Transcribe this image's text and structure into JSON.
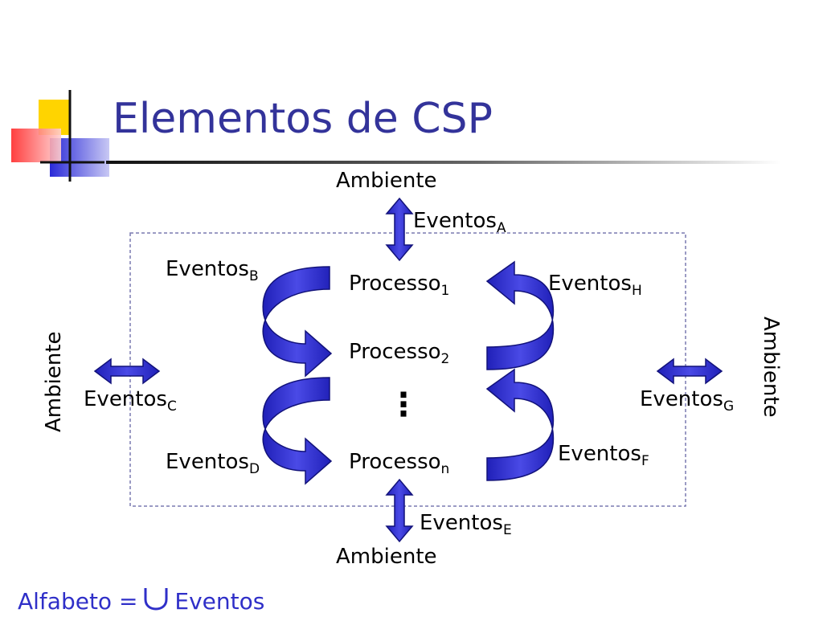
{
  "slide": {
    "title": "Elementos de CSP",
    "colors": {
      "title": "#33339a",
      "arrow_fill": "#3b3bd6",
      "arrow_stroke": "#12127a",
      "boundary": "#7a7ab0",
      "footer": "#2f2fc8"
    }
  },
  "diagram": {
    "env_top": "Ambiente",
    "env_bottom": "Ambiente",
    "env_left": "Ambiente",
    "env_right": "Ambiente",
    "processes": [
      {
        "base": "Processo",
        "sub": "1"
      },
      {
        "base": "Processo",
        "sub": "2"
      },
      {
        "base": "Processo",
        "sub": "n"
      }
    ],
    "ellipsis": "⋮",
    "events": {
      "a": {
        "base": "Eventos",
        "sub": "A"
      },
      "b": {
        "base": "Eventos",
        "sub": "B"
      },
      "c": {
        "base": "Eventos",
        "sub": "C"
      },
      "d": {
        "base": "Eventos",
        "sub": "D"
      },
      "e": {
        "base": "Eventos",
        "sub": "E"
      },
      "f": {
        "base": "Eventos",
        "sub": "F"
      },
      "g": {
        "base": "Eventos",
        "sub": "G"
      },
      "h": {
        "base": "Eventos",
        "sub": "H"
      }
    }
  },
  "footer": {
    "lhs": "Alfabeto =",
    "rhs": "Eventos"
  }
}
